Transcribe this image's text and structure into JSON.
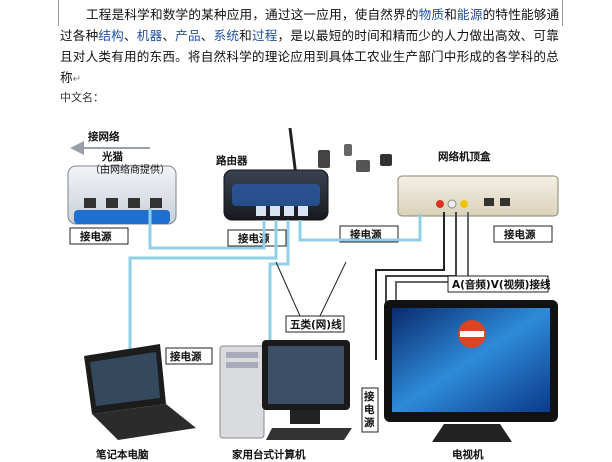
{
  "paragraph": {
    "s1": "工程是科学和数学的某种应用，通过这一应用，使自然界的",
    "k1": "物质",
    "s2": "和",
    "k2": "能源",
    "s3": "的特性能够通过各种",
    "k3": "结构",
    "s4": "、",
    "k4": "机器",
    "s5": "、",
    "k5": "产品",
    "s6": "、",
    "k6": "系统",
    "s7": "和",
    "k7": "过程",
    "s8": "，是以最短的时间和精而少的人力做出高效、可靠且对人类有用的东西。将自然科学的理论应用到具体工农业生产部门中形成的各学科的总称",
    "return_mark": "↵"
  },
  "caption": "中文名：",
  "diagram": {
    "internet": "接网络",
    "modem_title": "光猫",
    "modem_sub": "（由网络商提供）",
    "router": "路由器",
    "stb": "网络机顶盒",
    "power": "接电源",
    "av_cable": "A(音频)V(视频)接线",
    "cat5": "五类(网)线",
    "laptop": "笔记本电脑",
    "desktop": "家用台式计算机",
    "tv": "电视机",
    "power_v": [
      "接",
      "电",
      "源"
    ]
  }
}
